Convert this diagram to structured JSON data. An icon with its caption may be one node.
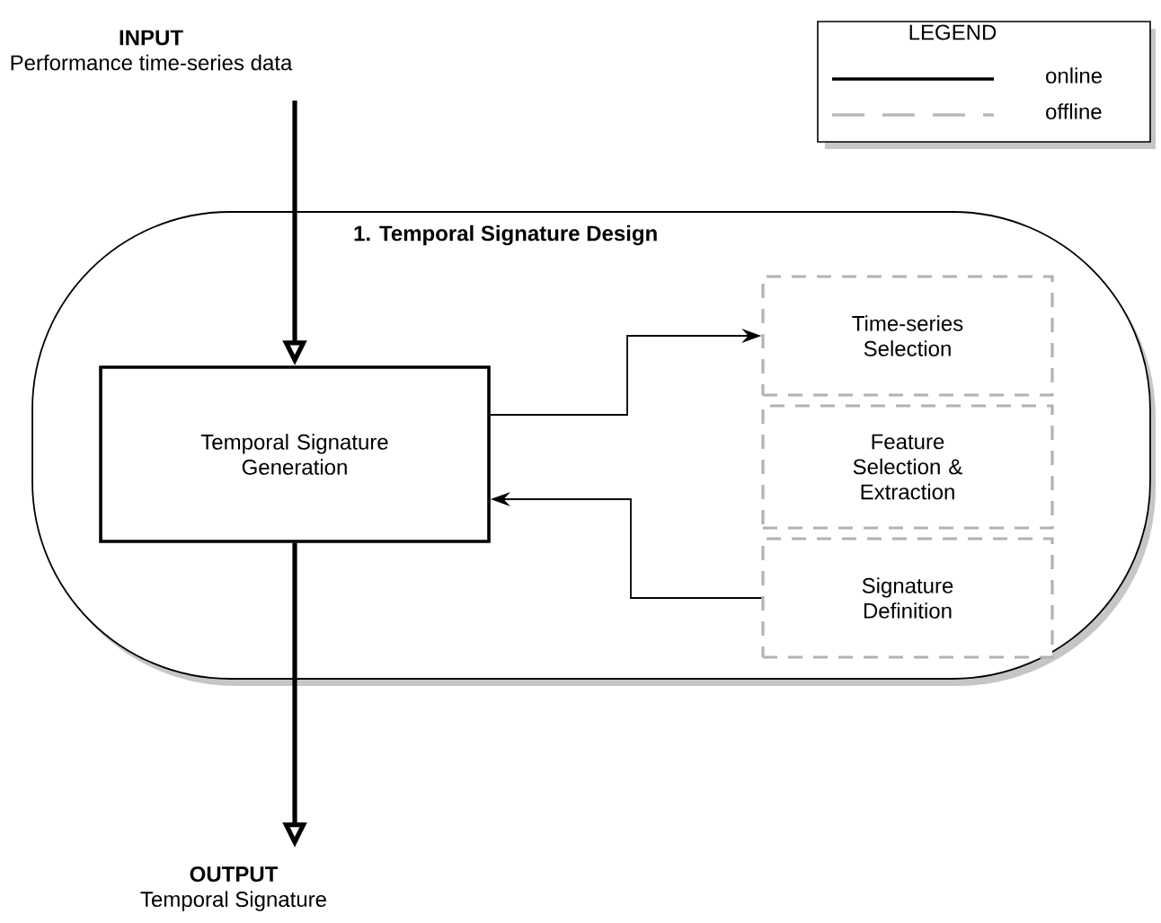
{
  "diagram": {
    "nodes": [
      {
        "text": [
          "INPUT",
          "Performance time-series data"
        ]
      },
      {
        "text": [
          "1. Temporal Signature Design"
        ]
      },
      {
        "text": [
          "Temporal Signature Generation"
        ],
        "in": 1
      },
      {
        "text": [
          "Time-series Selection"
        ],
        "in": 1
      },
      {
        "text": [
          "Feature Selection & Extraction"
        ],
        "in": 1
      },
      {
        "text": [
          "Signature Definition"
        ],
        "in": 1
      },
      {
        "text": [
          "OUTPUT",
          "Temporal Signature"
        ]
      }
    ],
    "edges": [
      {
        "from": 0,
        "to": 2,
        "arrow": "to",
        "style": "thick"
      },
      {
        "from": 2,
        "to": 6,
        "arrow": "to",
        "style": "thick"
      },
      {
        "from": 2,
        "to": 3,
        "arrow": "to"
      },
      {
        "from": 5,
        "to": 2,
        "arrow": "to"
      }
    ],
    "labels": [
      "LEGEND"
    ],
    "legend": [
      {
        "text": "online"
      },
      {
        "text": "offline"
      }
    ]
  }
}
